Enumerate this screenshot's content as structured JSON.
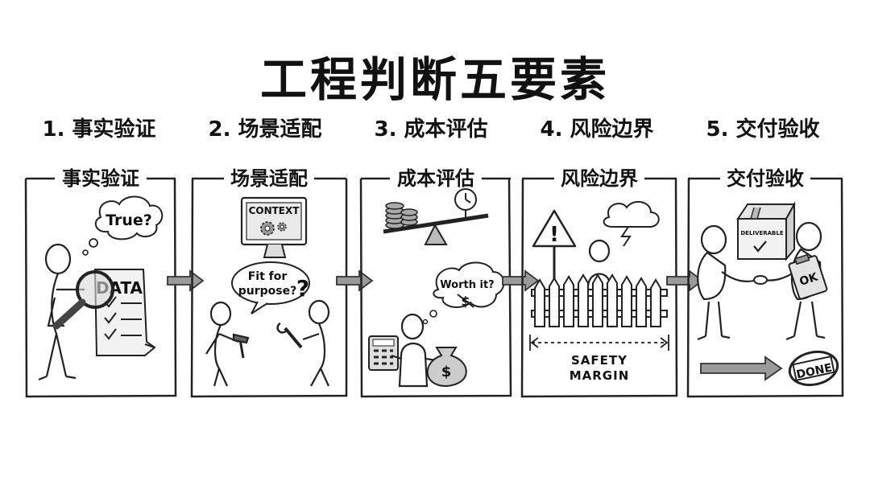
{
  "title": "工程判断五要素",
  "steps": [
    {
      "header": "1. 事实验证",
      "panel_title": "事实验证"
    },
    {
      "header": "2. 场景适配",
      "panel_title": "场景适配"
    },
    {
      "header": "3. 成本评估",
      "panel_title": "成本评估"
    },
    {
      "header": "4. 风险边界",
      "panel_title": "风险边界"
    },
    {
      "header": "5. 交付验收",
      "panel_title": "交付验收"
    }
  ],
  "panel1": {
    "bubble": "True?",
    "doc_label": "DATA"
  },
  "panel2": {
    "screen_label": "CONTEXT",
    "bubble_line1": "Fit for",
    "bubble_line2": "purpose?",
    "q_mark": "?"
  },
  "panel3": {
    "bubble": "Worth it?",
    "bag_symbol": "$"
  },
  "panel4": {
    "margin_line1": "SAFETY",
    "margin_line2": "MARGIN",
    "sign_symbol": "!"
  },
  "panel5": {
    "box_label": "DELIVERABLE",
    "clipboard_label": "OK",
    "stamp": "DONE"
  }
}
